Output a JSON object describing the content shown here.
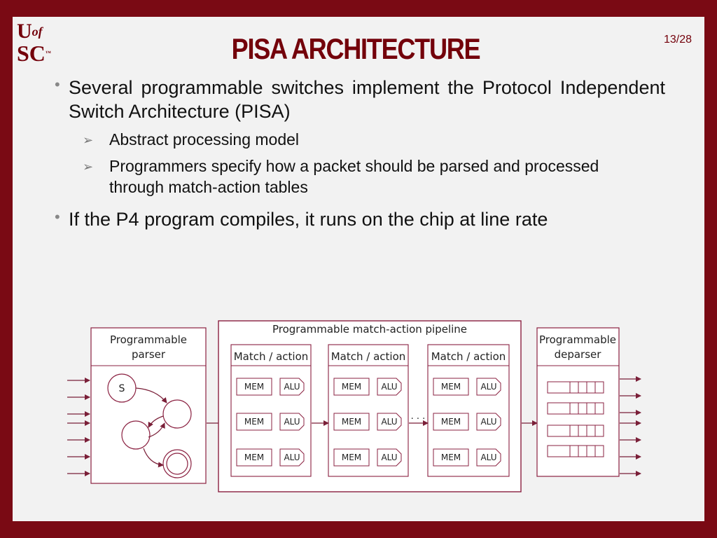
{
  "logo": {
    "line1": "U",
    "line1_small": "of",
    "line2": "SC",
    "mark": "™"
  },
  "title": "PISA ARCHITECTURE",
  "page_number": "13/28",
  "bullets": {
    "b1": "Several programmable switches implement the Protocol Independent Switch Architecture (PISA)",
    "sub1": "Abstract processing model",
    "sub2": "Programmers specify how a packet should be parsed and processed through match-action tables",
    "b2": "If the P4 program compiles, it runs on the chip at line rate"
  },
  "diagram": {
    "parser": {
      "label_line1": "Programmable",
      "label_line2": "parser",
      "start_state": "S"
    },
    "pipeline": {
      "label": "Programmable match-action pipeline",
      "stages": [
        {
          "label": "Match / action"
        },
        {
          "label": "Match / action"
        },
        {
          "label": "Match / action"
        }
      ],
      "mem_label": "MEM",
      "alu_label": "ALU",
      "ellipsis": "· · ·"
    },
    "deparser": {
      "label_line1": "Programmable",
      "label_line2": "deparser"
    },
    "colors": {
      "accent": "#73000a",
      "arrow": "#7a1f38",
      "border": "#8a2040"
    }
  }
}
